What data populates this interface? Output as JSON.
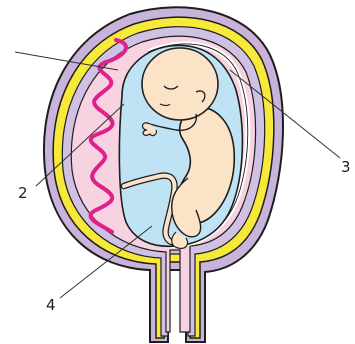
{
  "diagram": {
    "labels": [
      {
        "id": "label-2",
        "text": "2"
      },
      {
        "id": "label-3",
        "text": "3"
      },
      {
        "id": "label-4",
        "text": "4"
      }
    ],
    "colors": {
      "outer_wall": "#c9b3da",
      "yellow_layer": "#f6e93a",
      "pink_layer": "#f7d2e1",
      "placenta_wave": "#e0218a",
      "amniotic_fluid": "#bfe3f4",
      "fetus_skin": "#fbe3c8",
      "outline": "#1e1e1e"
    },
    "icons": [
      "uterus-diagram",
      "placenta-wave",
      "fetus-figure",
      "umbilical-cord"
    ]
  }
}
